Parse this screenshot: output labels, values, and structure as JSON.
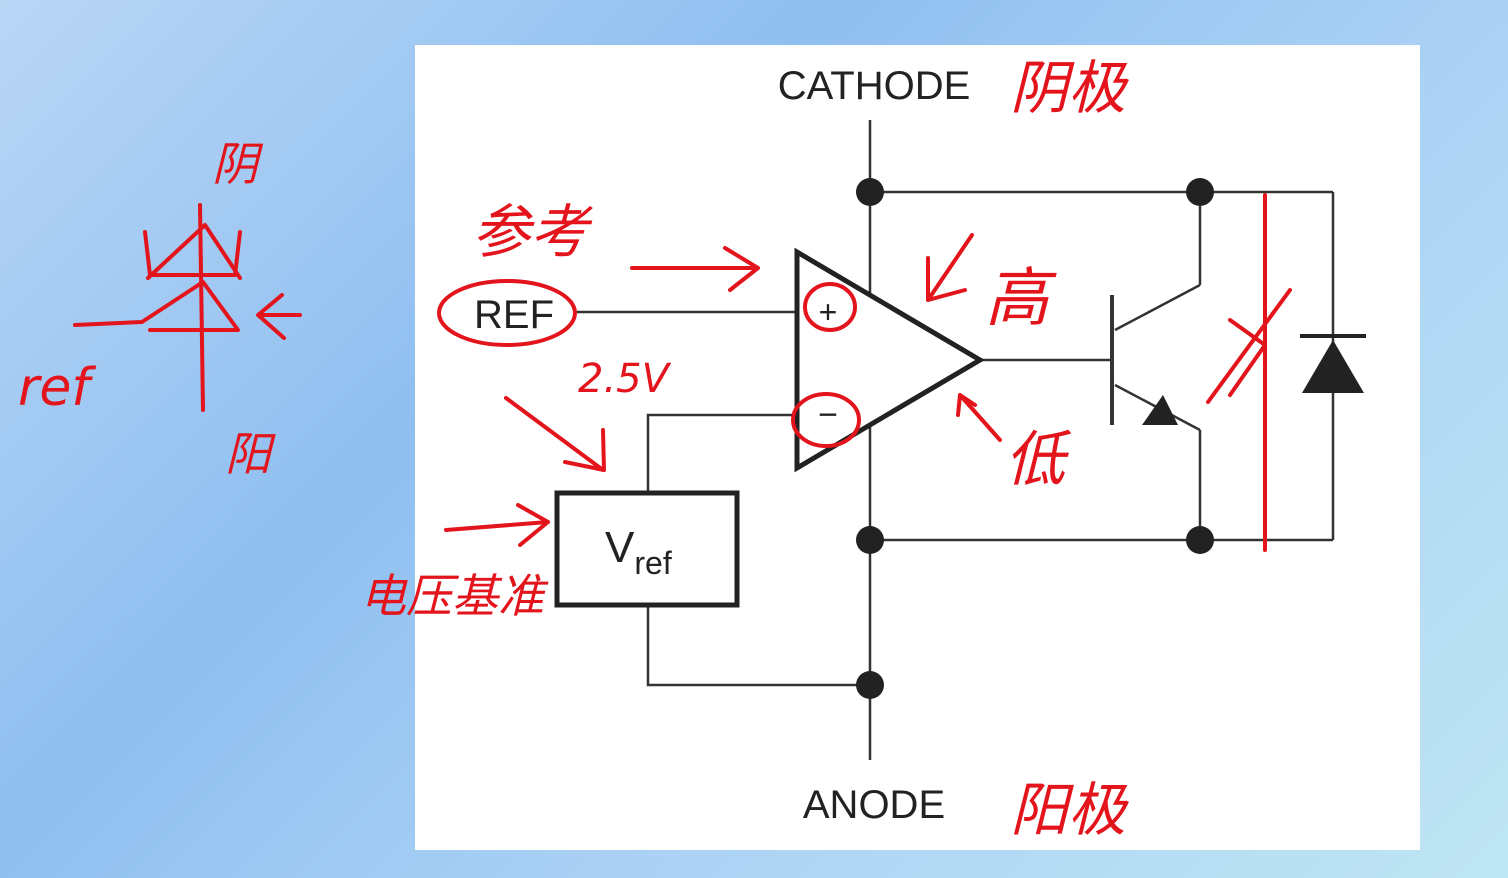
{
  "labels": {
    "cathode": "CATHODE",
    "anode": "ANODE",
    "ref": "REF",
    "vref_main": "V",
    "vref_sub": "ref",
    "plus": "+",
    "minus": "−"
  },
  "annotations": {
    "cathode_cn": "阴极",
    "anode_cn": "阳极",
    "reference_cn": "参考",
    "voltage_ref_cn": "电压基准",
    "high_cn": "高",
    "low_cn": "低",
    "v25": "2.5V",
    "symbol_top": "阴",
    "symbol_bottom": "阳",
    "symbol_ref": "ref"
  },
  "colors": {
    "annotation": "#e3141c",
    "circuit": "#333333",
    "panel": "#ffffff"
  }
}
